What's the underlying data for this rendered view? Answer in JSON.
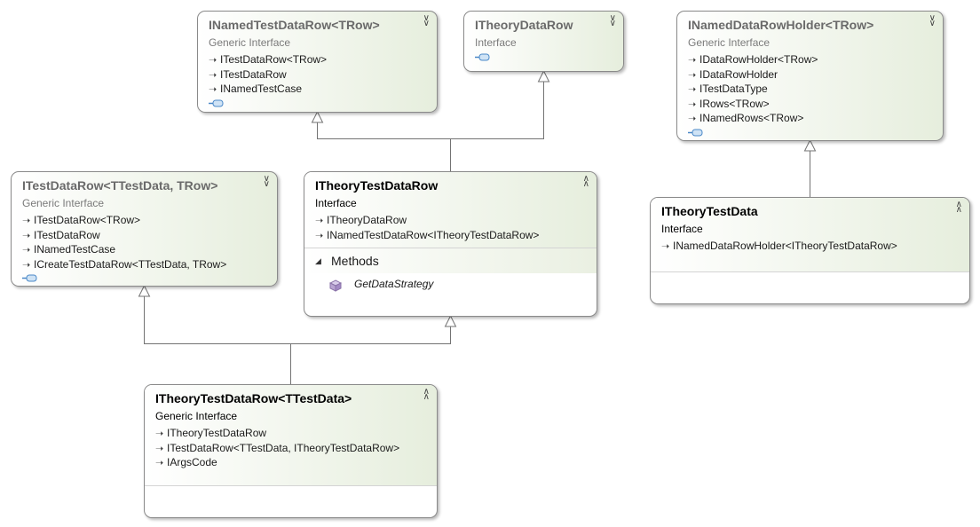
{
  "colors": {
    "header_gradient_start": "#ffffff",
    "header_gradient_end": "#e6eedd",
    "border": "#8a8a8a",
    "connector": "#737373",
    "method_icon": "#9b86b6"
  },
  "icons": {
    "expand": "double-chevron-down-icon",
    "collapse": "double-chevron-up-icon",
    "inherit": "inheritance-arrow-icon",
    "lollipop": "interface-lollipop-icon",
    "method": "method-cube-icon",
    "compartment_toggle": "triangle-down-icon"
  },
  "shapes": {
    "inamed_test_data_row": {
      "title": "INamedTestDataRow<TRow>",
      "kind": "Generic Interface",
      "state": "collapsed",
      "inherits": [
        "ITestDataRow<TRow>",
        "ITestDataRow",
        "INamedTestCase"
      ]
    },
    "itheory_data_row": {
      "title": "ITheoryDataRow",
      "kind": "Interface",
      "state": "collapsed",
      "inherits": []
    },
    "inamed_data_row_holder": {
      "title": "INamedDataRowHolder<TRow>",
      "kind": "Generic Interface",
      "state": "collapsed",
      "inherits": [
        "IDataRowHolder<TRow>",
        "IDataRowHolder",
        "ITestDataType",
        "IRows<TRow>",
        "INamedRows<TRow>"
      ]
    },
    "itest_data_row": {
      "title": "ITestDataRow<TTestData, TRow>",
      "kind": "Generic Interface",
      "state": "collapsed",
      "inherits": [
        "ITestDataRow<TRow>",
        "ITestDataRow",
        "INamedTestCase",
        "ICreateTestDataRow<TTestData, TRow>"
      ]
    },
    "itheory_test_data_row": {
      "title": "ITheoryTestDataRow",
      "kind": "Interface",
      "state": "expanded",
      "inherits": [
        "ITheoryDataRow",
        "INamedTestDataRow<ITheoryTestDataRow>"
      ],
      "compartment_label": "Methods",
      "methods": [
        "GetDataStrategy"
      ]
    },
    "itheory_test_data": {
      "title": "ITheoryTestData",
      "kind": "Interface",
      "state": "expanded",
      "inherits": [
        "INamedDataRowHolder<ITheoryTestDataRow>"
      ]
    },
    "itheory_test_data_row_generic": {
      "title": "ITheoryTestDataRow<TTestData>",
      "kind": "Generic Interface",
      "state": "expanded",
      "inherits": [
        "ITheoryTestDataRow",
        "ITestDataRow<TTestData, ITheoryTestDataRow>",
        "IArgsCode"
      ]
    }
  }
}
